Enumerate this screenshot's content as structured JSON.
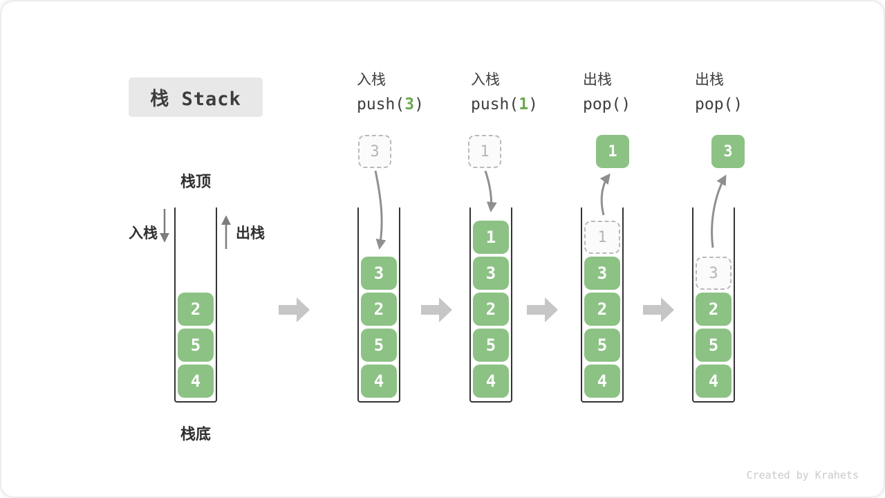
{
  "title": "栈 Stack",
  "watermark": "Created by Krahets",
  "stack_labels": {
    "top": "栈顶",
    "bottom": "栈底",
    "push_side": "入栈",
    "pop_side": "出栈"
  },
  "initial_stack": {
    "blocks": [
      "2",
      "5",
      "4"
    ]
  },
  "columns": [
    {
      "label": "入栈",
      "op": {
        "prefix": "push(",
        "arg": "3",
        "suffix": ")"
      },
      "floating": {
        "value": "3",
        "style": "dashed"
      },
      "blocks": [
        "3",
        "2",
        "5",
        "4"
      ]
    },
    {
      "label": "入栈",
      "op": {
        "prefix": "push(",
        "arg": "1",
        "suffix": ")"
      },
      "floating": {
        "value": "1",
        "style": "dashed"
      },
      "blocks": [
        "1",
        "3",
        "2",
        "5",
        "4"
      ]
    },
    {
      "label": "出栈",
      "op": {
        "prefix": "pop(",
        "arg": "",
        "suffix": ")"
      },
      "floating": {
        "value": "1",
        "style": "solid"
      },
      "ghost": "1",
      "blocks": [
        "3",
        "2",
        "5",
        "4"
      ]
    },
    {
      "label": "出栈",
      "op": {
        "prefix": "pop(",
        "arg": "",
        "suffix": ")"
      },
      "floating": {
        "value": "3",
        "style": "solid"
      },
      "ghost": "3",
      "blocks": [
        "2",
        "5",
        "4"
      ]
    }
  ],
  "colors": {
    "block_green": "#8cc284",
    "code_green": "#6aa84f",
    "curve_arrow_gray": "#8f8f8f",
    "block_arrow_gray": "#c6c6c6",
    "ghost_gray": "#b9b9b9",
    "frame_dark": "#333333",
    "text_dark": "#3d3d3d",
    "title_bg": "#e8e8e8",
    "watermark_gray": "#c9c9c9"
  }
}
